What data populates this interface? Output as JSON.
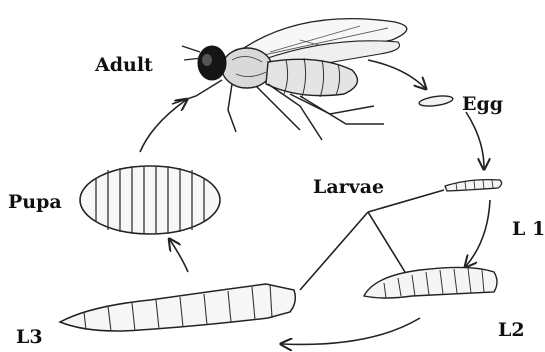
{
  "diagram": {
    "type": "life-cycle",
    "stages": {
      "adult": "Adult",
      "egg": "Egg",
      "larvae": "Larvae",
      "l1": "L 1",
      "l2": "L2",
      "l3": "L3",
      "pupa": "Pupa"
    },
    "cycle_order": [
      "Adult",
      "Egg",
      "L 1",
      "L2",
      "L3",
      "Pupa"
    ],
    "colors": {
      "ink": "#111111",
      "background": "#ffffff"
    }
  }
}
